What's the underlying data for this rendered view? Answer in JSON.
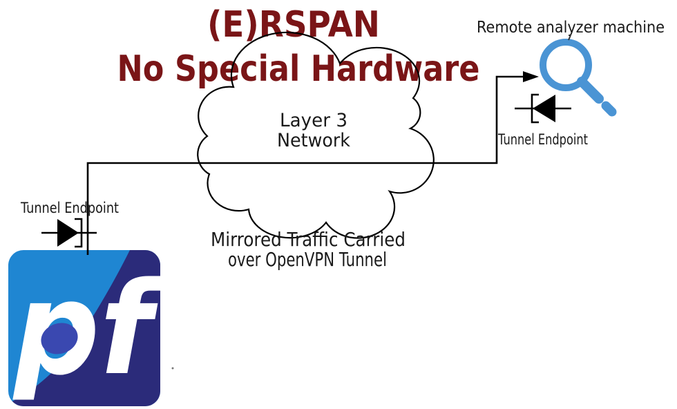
{
  "title": {
    "line1": "(E)RSPAN",
    "line2": "No Special Hardware",
    "color": "#7a1517"
  },
  "cloud": {
    "label_line1": "Layer 3",
    "label_line2": "Network",
    "outline_color": "#000000",
    "fill_color": "#ffffff"
  },
  "caption": {
    "line1": "Mirrored Traffic Carried",
    "line2": "over OpenVPN Tunnel"
  },
  "remote_analyzer": {
    "label": "Remote analyzer machine",
    "magnifier_color": "#4a94d4"
  },
  "endpoints": {
    "left_label": "Tunnel Endpoint",
    "right_label": "Tunnel Endpoint",
    "symbol_color": "#000000"
  },
  "logo": {
    "text": "pf",
    "light_blue": "#1f86d2",
    "navy": "#2b2b7a",
    "oval_blue": "#3a48b0"
  },
  "lines": {
    "color": "#000000"
  }
}
